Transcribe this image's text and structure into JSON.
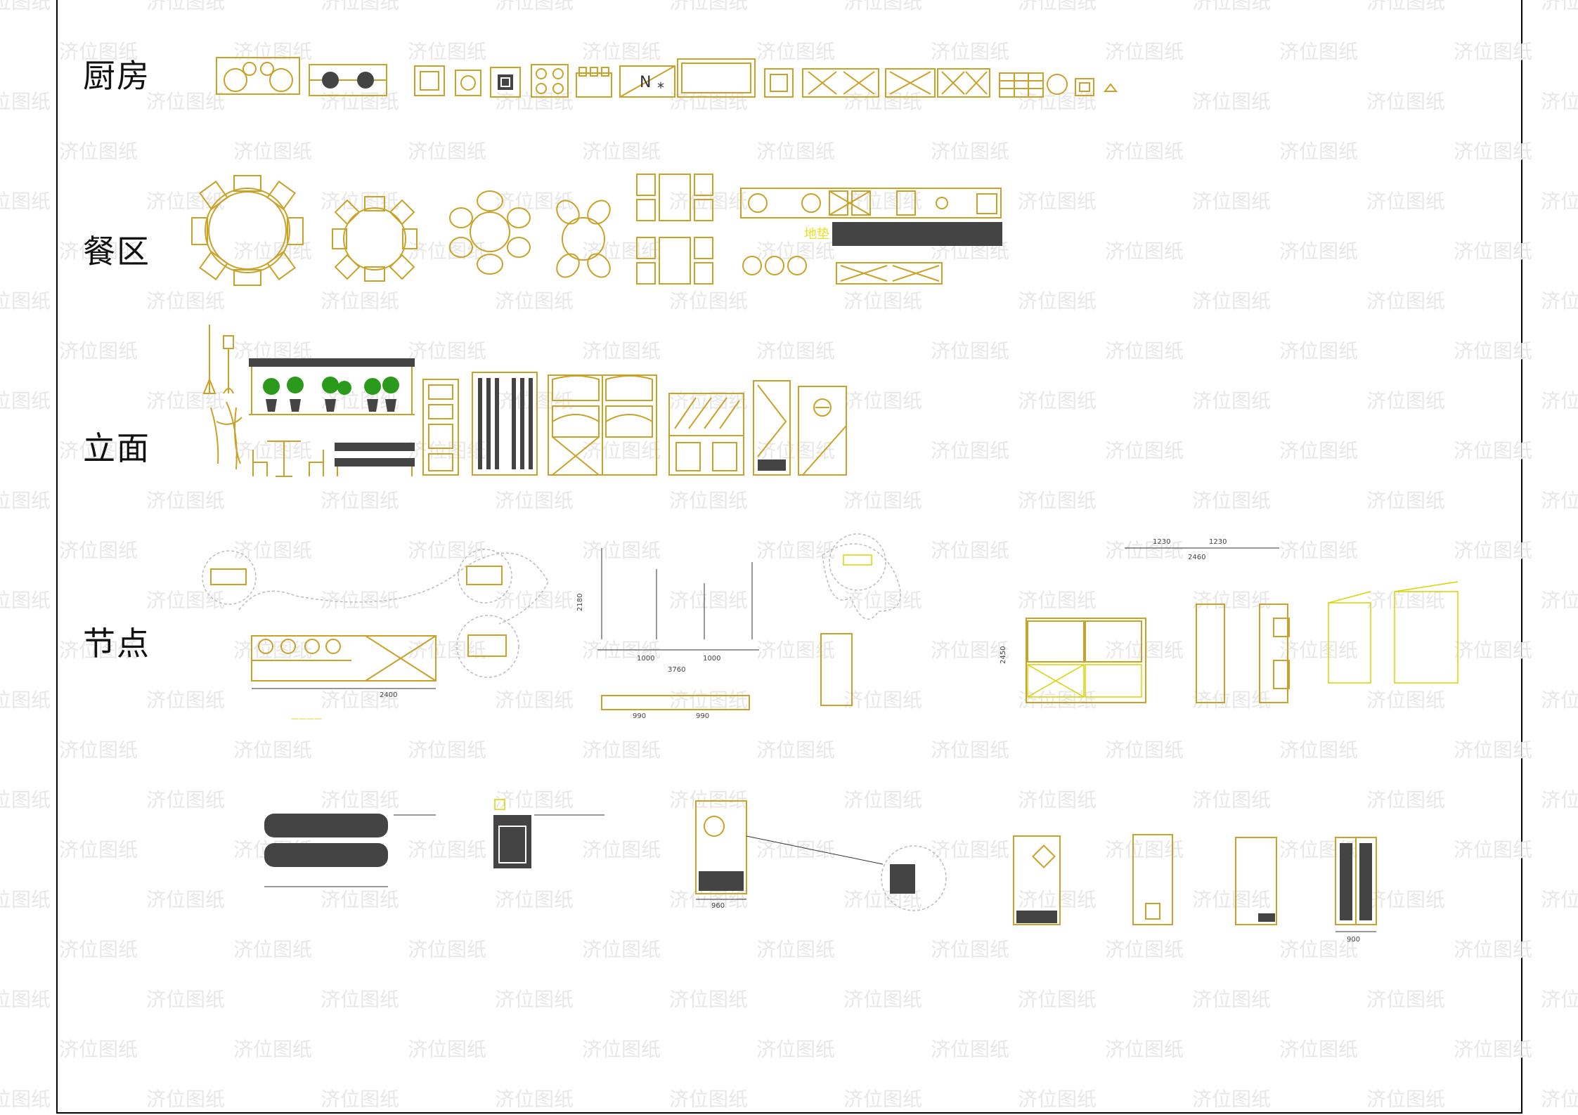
{
  "sections": [
    {
      "id": "kitchen",
      "label": "厨房"
    },
    {
      "id": "dining",
      "label": "餐区"
    },
    {
      "id": "elevation",
      "label": "立面"
    },
    {
      "id": "nodes",
      "label": "节点"
    }
  ],
  "watermark": {
    "text": "济位图纸",
    "color": "#e7e7e7"
  },
  "annotations": {
    "kitchen_n": "N",
    "dining_bar": "地垫",
    "dim_top_total": "2460",
    "dim_a": "1230",
    "dim_b": "1230",
    "dim_height": "2450",
    "dim_width_cab": "2400",
    "dim_width_mid": "3760",
    "dim_1000a": "1000",
    "dim_1000b": "1000",
    "dim_990a": "990",
    "dim_990b": "990",
    "dim_2180": "2180",
    "dim_900": "900",
    "dim_960": "960"
  },
  "colors": {
    "line": "#c9a227",
    "yellow": "#d8d400",
    "text": "#111111",
    "frame": "#000000"
  }
}
